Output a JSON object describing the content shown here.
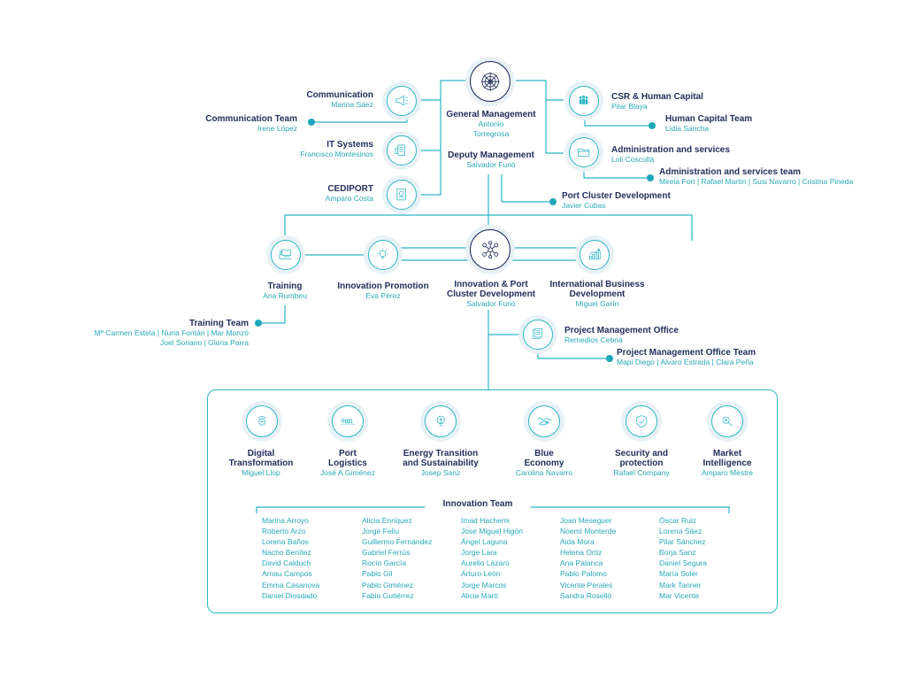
{
  "general": {
    "title": "General Management",
    "name1": "Antonio",
    "name2": "Torregrosa"
  },
  "deputy": {
    "title": "Deputy Management",
    "name": "Salvador Furió"
  },
  "communication": {
    "title": "Communication",
    "name": "Marina Sáez"
  },
  "communication_team": {
    "title": "Communication Team",
    "name": "Irene López"
  },
  "it_systems": {
    "title": "IT Systems",
    "name": "Francisco Montesinos"
  },
  "cediport": {
    "title": "CEDIPORT",
    "name": "Amparo Costa"
  },
  "csr": {
    "title": "CSR & Human Capital",
    "name": "Pilar Blaya"
  },
  "hc_team": {
    "title": "Human Capital Team",
    "name": "Lidia Sancha"
  },
  "admin": {
    "title": "Administration and services",
    "name": "Loli Coscollá"
  },
  "admin_team": {
    "title": "Administration and services team",
    "names": "Mireia Fort  | Rafael Martín | Susi Navarro | Cristina Pineda"
  },
  "port_cluster": {
    "title": "Port Cluster Development",
    "name": "Javier Cubas"
  },
  "training": {
    "title": "Training",
    "name": "Ana Rumbeu"
  },
  "training_team": {
    "title": "Training Team",
    "line1": "Mª Carmen Estela | Nuria Fontán | Mar Monzó",
    "line2": "Joel Soriano | Gloria Parra"
  },
  "innovation_promotion": {
    "title": "Innovation Promotion",
    "name": "Eva Pérez"
  },
  "innovation_cluster": {
    "title1": "Innovation & Port",
    "title2": "Cluster Development",
    "name": "Salvador Furió"
  },
  "international": {
    "title1": "International Business",
    "title2": "Development",
    "name": "Miguel Garín"
  },
  "pmo": {
    "title": "Project Management Office",
    "name": "Remedios Cebriá"
  },
  "pmo_team": {
    "title": "Project Management Office Team",
    "names": "Mapi Diego | Alvaro Estrada | Clara Peña"
  },
  "areas": [
    {
      "title1": "Digital",
      "title2": "Transformation",
      "name": "Miguel Llop",
      "icon": "digital-transformation-icon"
    },
    {
      "title1": "Port",
      "title2": "Logistics",
      "name": "José A.Giménez",
      "icon": "port-logistics-icon"
    },
    {
      "title1": "Energy Transition",
      "title2": "and Sustainability",
      "name": "Josep Sanz",
      "icon": "energy-bulb-icon"
    },
    {
      "title1": "Blue",
      "title2": "Economy",
      "name": "Carolina Navarro",
      "icon": "blue-economy-icon"
    },
    {
      "title1": "Security and",
      "title2": "protection",
      "name": "Rafael Company",
      "icon": "security-shield-icon"
    },
    {
      "title1": "Market",
      "title2": "Intelligence",
      "name": "Amparo Mestre",
      "icon": "market-intelligence-icon"
    }
  ],
  "innovation_team": {
    "title": "Innovation Team",
    "columns": [
      [
        "Marina Arroyo",
        "Roberto Arzo",
        "Lorena Baños",
        "Nacho Benítez",
        "David Calduch",
        "Arnau Campos",
        "Emma Casanova",
        "Daniel Diosdado"
      ],
      [
        "Alicia Enríquez",
        "Jorge Feliu",
        "Guillermo Fernández",
        "Gabriel Ferrús",
        "Rocío García",
        "Pablo Gil",
        "Pablo Giménez",
        "Fabio Gutiérrez"
      ],
      [
        "Imad Hachemi",
        "Jose Miguel Higón",
        "Ángel Laguna",
        "Jorge Lara",
        "Aurelio Lázaro",
        "Arturo León",
        "Jorge Marcos",
        "Alicia Martí"
      ],
      [
        "Joan Meseguer",
        "Noemí Monterde",
        "Aida Mora",
        "Helena Ortiz",
        "Ana Palanca",
        "Pablo Palomo",
        "Vicente Perales",
        "Sandra Roselló"
      ],
      [
        "Óscar Ruiz",
        "Lorena Sáez",
        "Pilar Sánchez",
        "Borja Sanz",
        "Daniel Segura",
        "María Soler",
        "Mark Tanner",
        "Mar Vicente"
      ]
    ]
  },
  "colors": {
    "navy": "#1f2d5a",
    "teal": "#27a8b8",
    "icon_bg": "#e8f2f6"
  }
}
